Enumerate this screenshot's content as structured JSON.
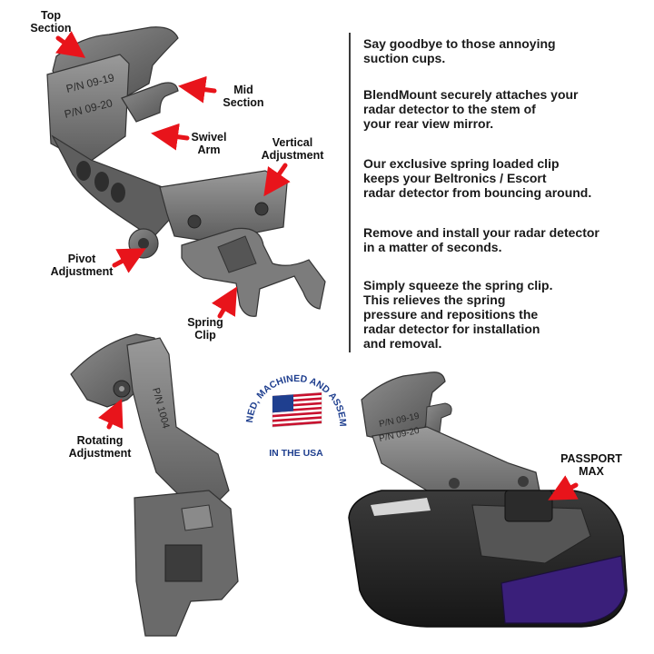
{
  "callouts": {
    "top_section": "Top\nSection",
    "mid_section": "Mid\nSection",
    "swivel_arm": "Swivel\nArm",
    "vertical_adjustment": "Vertical\nAdjustment",
    "pivot_adjustment": "Pivot\nAdjustment",
    "spring_clip": "Spring\nClip",
    "rotating_adjustment": "Rotating\nAdjustment",
    "passport_max": "PASSPORT\nMAX"
  },
  "part_numbers": {
    "top": "P/N 09-19",
    "mid": "P/N 09-20",
    "side": "P/N 1004",
    "small_top": "P/N 09-19",
    "small_mid": "P/N 09-20"
  },
  "features": [
    "Say goodbye to those annoying\nsuction cups.",
    "BlendMount securely attaches your\nradar detector to the stem of\nyour rear view mirror.",
    "Our exclusive spring loaded clip\nkeeps your Beltronics / Escort\nradar detector from bouncing around.",
    "Remove and install your radar detector\nin a matter of seconds.",
    "Simply squeeze the spring clip.\nThis relieves the spring\npressure and repositions the\nradar detector for installation\nand removal."
  ],
  "badge": {
    "arc_text": "DESIGNED, MACHINED AND ASSEMBLED",
    "bottom_text": "IN THE USA",
    "icon": "us-flag-icon"
  },
  "colors": {
    "arrow": "#e8141b",
    "mount": "#6e6e6e",
    "badge_text": "#1f3f8f",
    "detector_lens": "#3a1f7a"
  }
}
